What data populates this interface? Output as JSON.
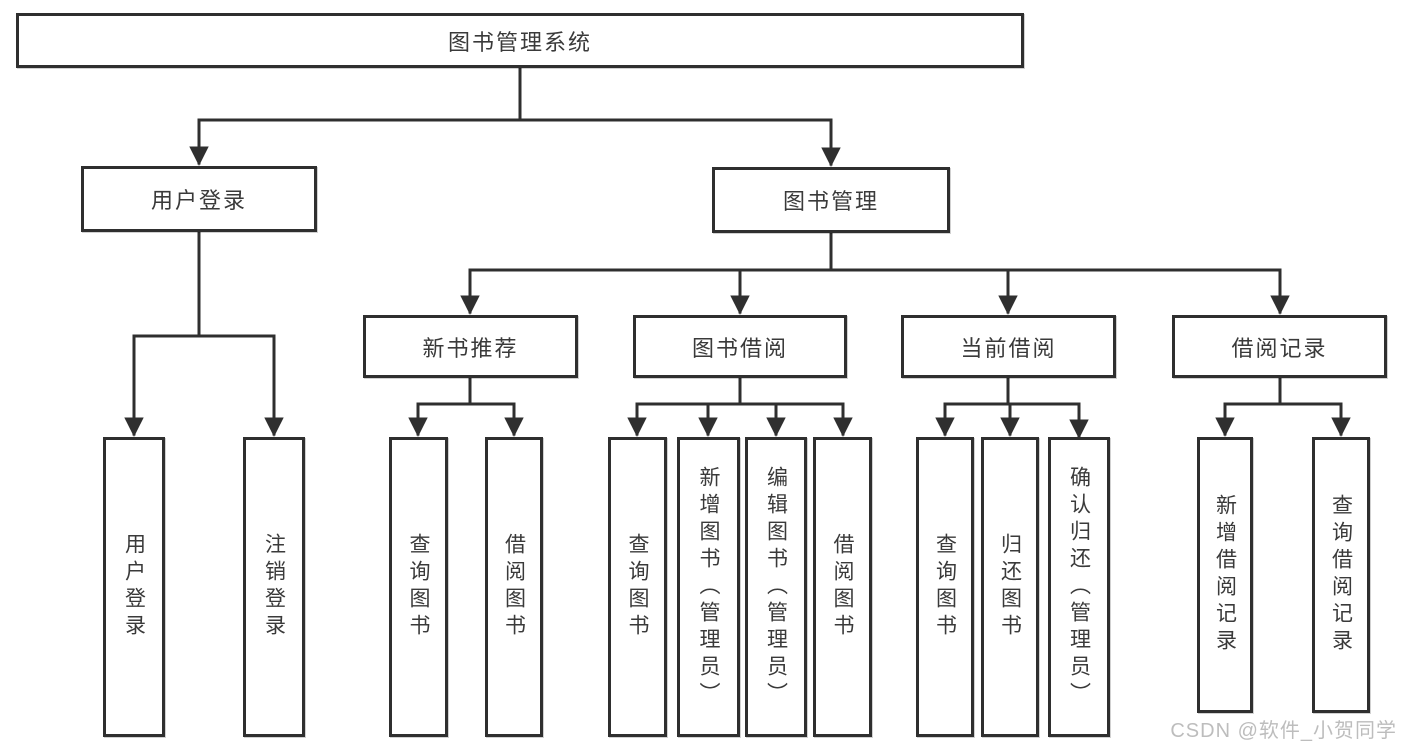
{
  "diagram": {
    "colors": {
      "line": "#2f2f2f",
      "box_border": "#2f2f2f",
      "text": "#3a3a3a",
      "background": "#ffffff",
      "watermark_text": "#bdbdbd"
    },
    "nodes": {
      "root": {
        "label": "图书管理系统"
      },
      "level2": [
        {
          "label": "用户登录"
        },
        {
          "label": "图书管理"
        }
      ],
      "level3": [
        {
          "label": "新书推荐"
        },
        {
          "label": "图书借阅"
        },
        {
          "label": "当前借阅"
        },
        {
          "label": "借阅记录"
        }
      ],
      "leaves": [
        {
          "label": "用户登录"
        },
        {
          "label": "注销登录"
        },
        {
          "label": "查询图书"
        },
        {
          "label": "借阅图书"
        },
        {
          "label": "查询图书"
        },
        {
          "label": "新增图书（管理员）"
        },
        {
          "label": "编辑图书（管理员）"
        },
        {
          "label": "借阅图书"
        },
        {
          "label": "查询图书"
        },
        {
          "label": "归还图书"
        },
        {
          "label": "确认归还（管理员）"
        },
        {
          "label": "新增借阅记录"
        },
        {
          "label": "查询借阅记录"
        }
      ]
    },
    "watermark": "CSDN @软件_小贺同学"
  }
}
